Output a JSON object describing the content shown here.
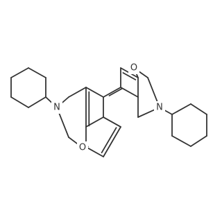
{
  "molecule": {
    "atoms": {
      "o_top": "O",
      "n_right": "N",
      "n_left": "N",
      "o_bottom": "O"
    },
    "colors": {
      "ink": "#333333",
      "background": "#ffffff"
    }
  }
}
